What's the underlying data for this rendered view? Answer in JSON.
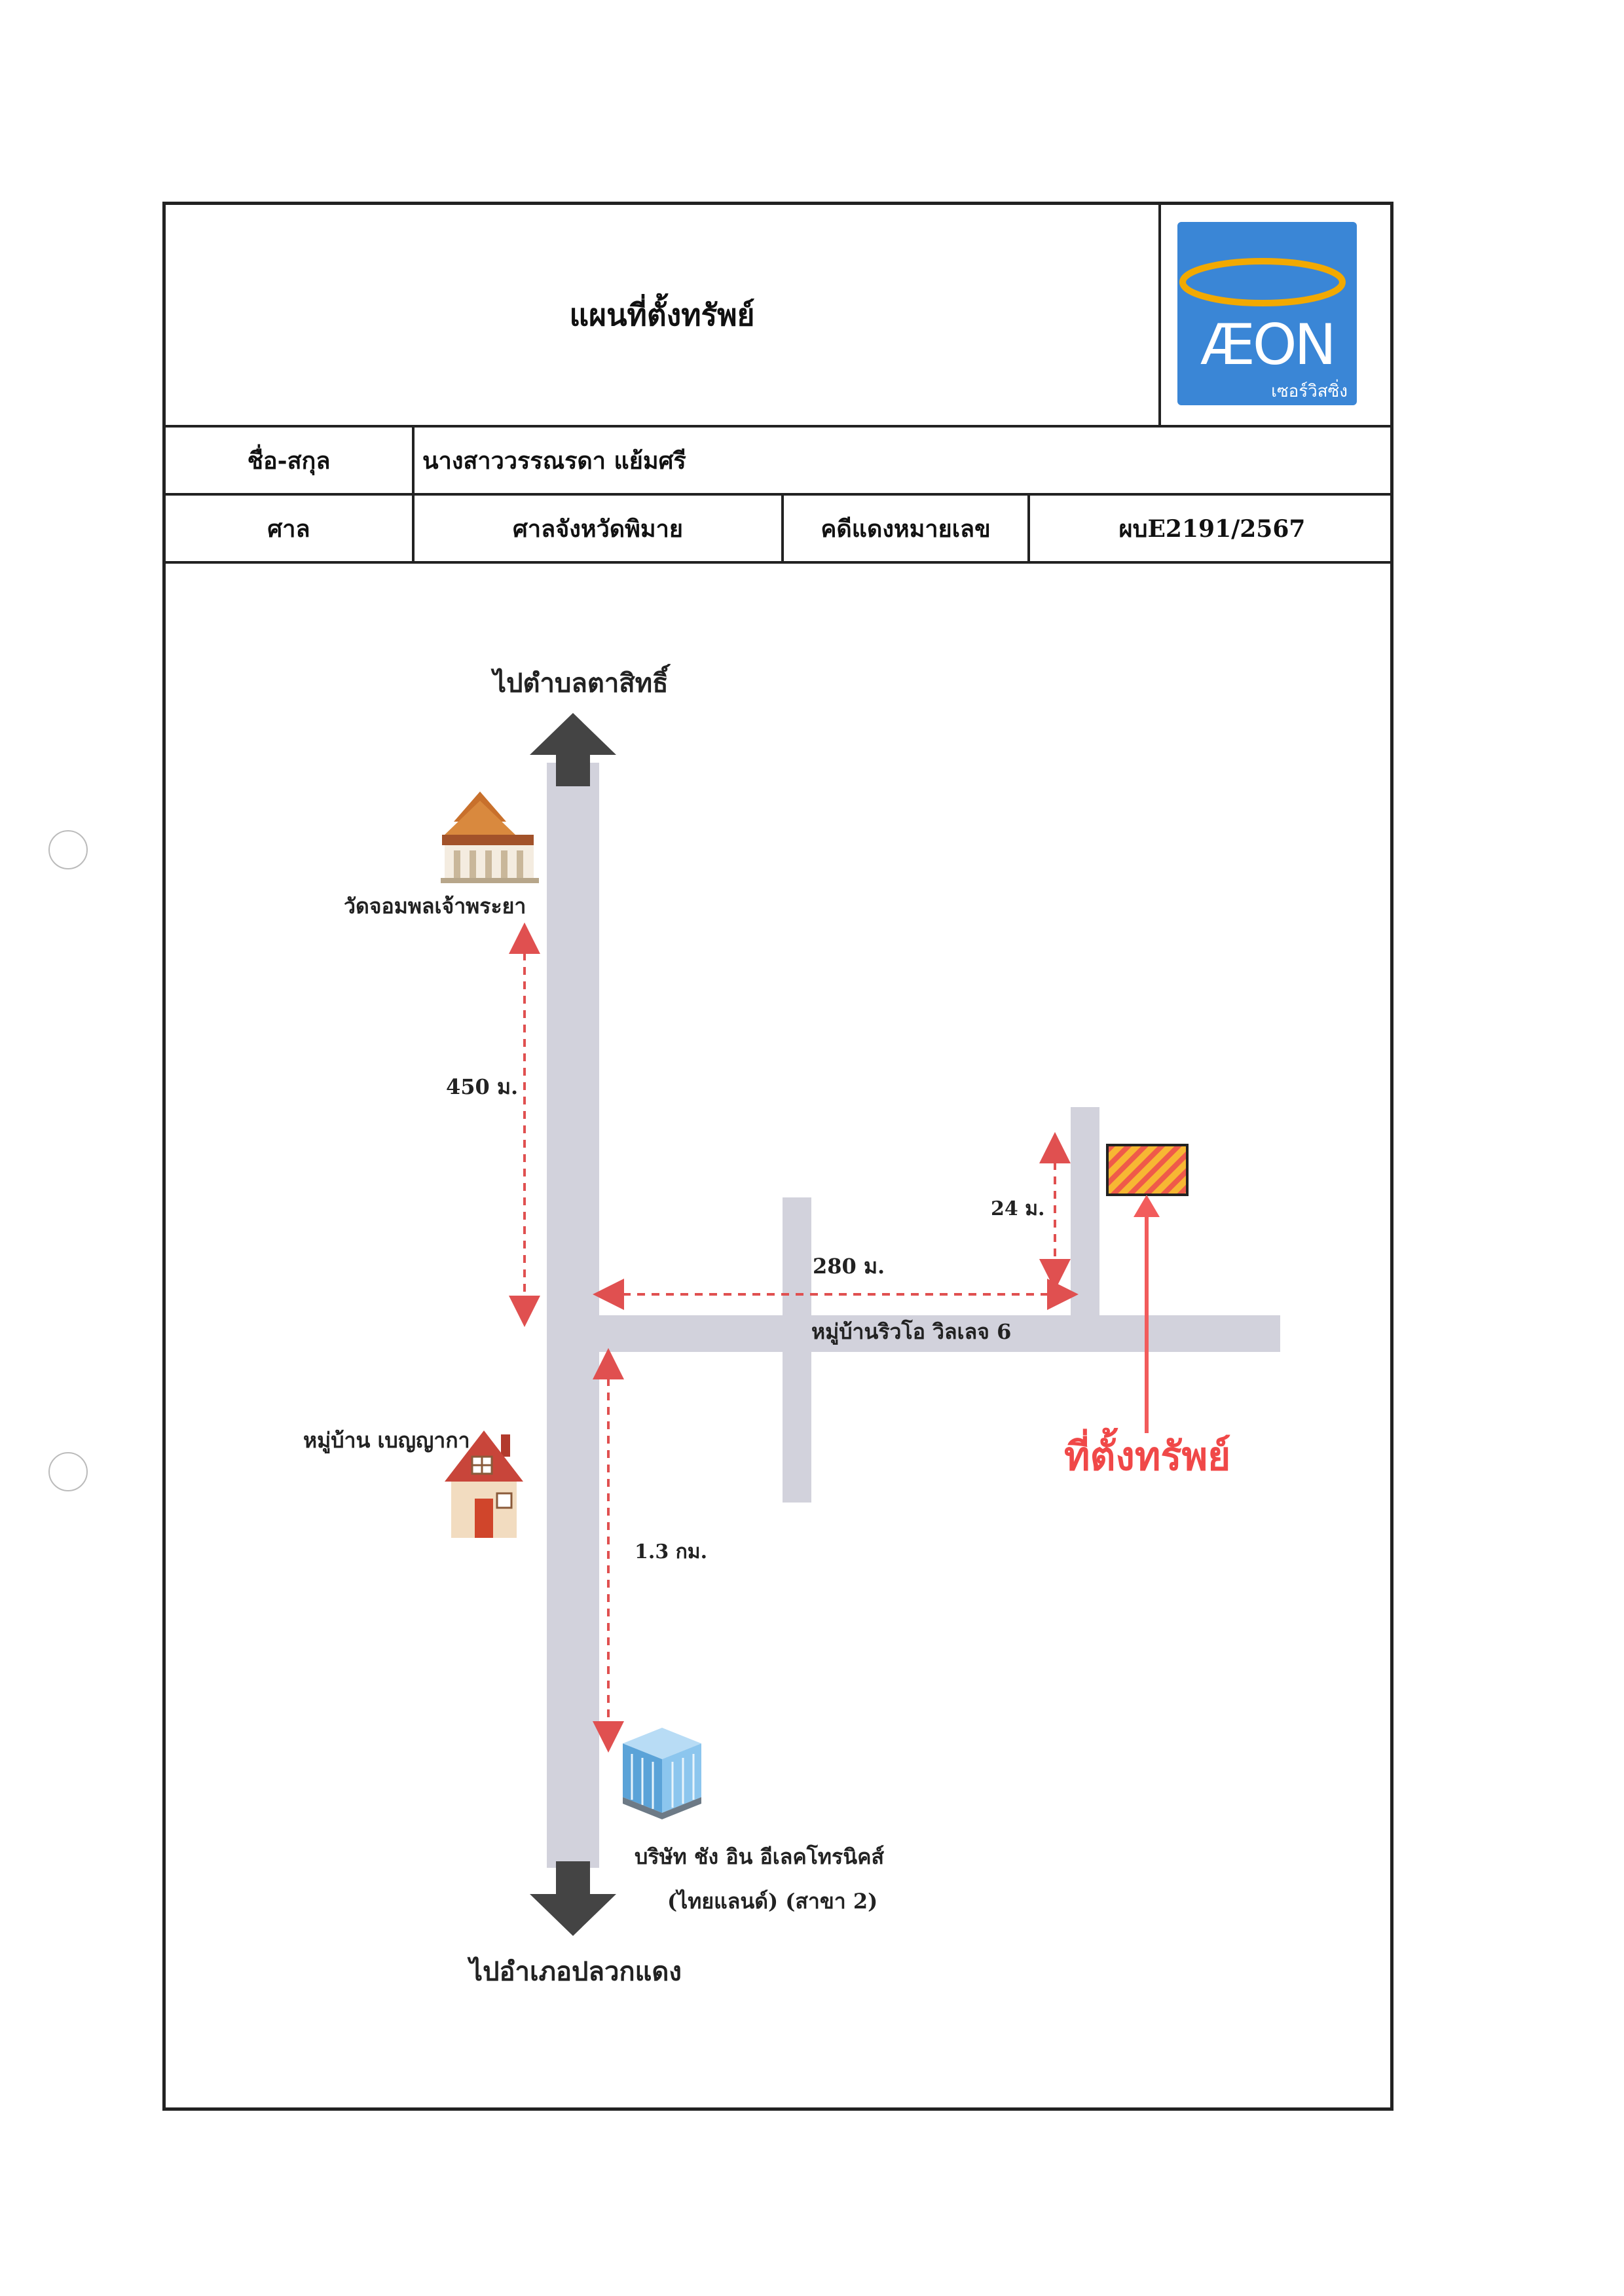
{
  "header": {
    "title": "แผนที่ตั้งทรัพย์",
    "logo": {
      "word": "ÆON",
      "sub": "เซอร์วิสซิ่ง",
      "brand_color": "#3a86d6",
      "swoosh_color": "#f2a900"
    }
  },
  "info": {
    "name_label": "ชื่อ-สกุล",
    "name_value": "นางสาววรรณรดา แย้มศรี",
    "court_label": "ศาล",
    "court_value": "ศาลจังหวัดพิมาย",
    "case_label": "คดีแดงหมายเลข",
    "case_value": "ผบE2191/2567"
  },
  "map": {
    "north_label": "ไปตำบลตาสิทธิ์",
    "south_label": "ไปอำเภอปลวกแดง",
    "temple_label": "วัดจอมพลเจ้าพระยา",
    "village_label": "หมู่บ้าน เบญญากา",
    "company_label_1": "บริษัท ชัง อิน อีเลคโทรนิคส์",
    "company_label_2": "(ไทยแลนด์) (สาขา 2)",
    "road_label": "หมู่บ้านริวโอ วิลเลจ 6",
    "dist_450": "450 ม.",
    "dist_280": "280 ม.",
    "dist_24": "24 ม.",
    "dist_13": "1.3 กม.",
    "property_label": "ที่ตั้งทรัพย์",
    "colors": {
      "road": "#d2d2dc",
      "arrow": "#444444",
      "dashed": "#e05050",
      "marker": "#f25c5c",
      "property_fill": "#f7b733"
    }
  }
}
